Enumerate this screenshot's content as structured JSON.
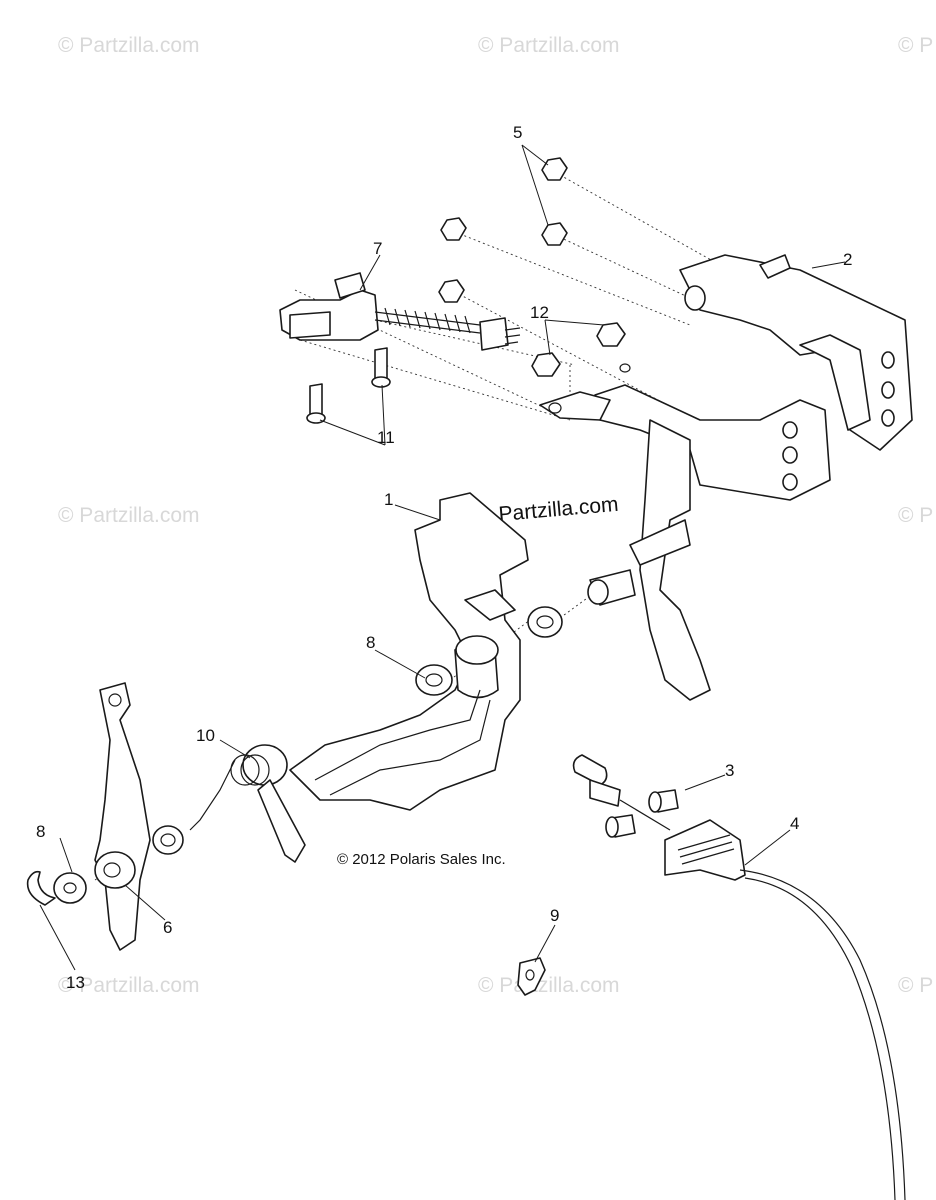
{
  "watermark_text": "© Partzilla.com",
  "watermark_partial": "© P",
  "center_watermark": "© Partzilla.com",
  "copyright": "© 2012 Polaris Sales Inc.",
  "callouts": {
    "c1": "1",
    "c2": "2",
    "c3": "3",
    "c4": "4",
    "c5": "5",
    "c6": "6",
    "c7": "7",
    "c8a": "8",
    "c8b": "8",
    "c9": "9",
    "c10": "10",
    "c11": "11",
    "c12": "12",
    "c13": "13"
  }
}
